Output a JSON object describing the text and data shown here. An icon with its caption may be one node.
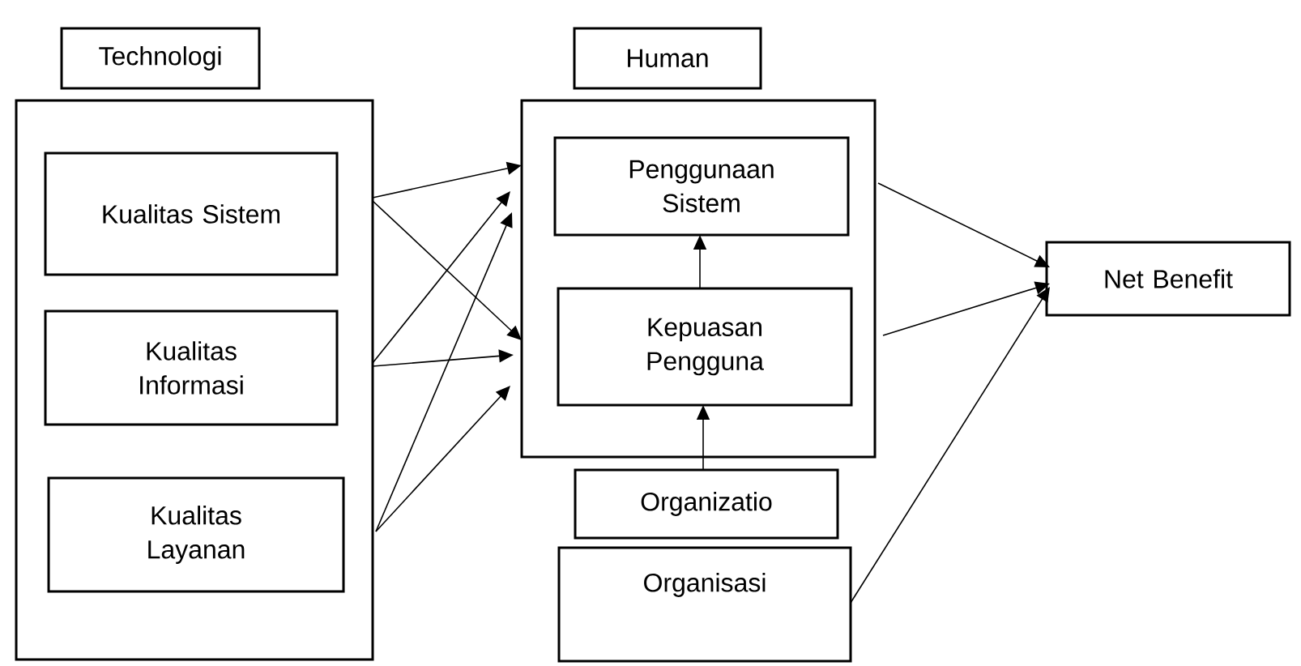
{
  "diagram": {
    "nodes": [
      {
        "text": [
          "Technologi"
        ]
      },
      {
        "text": [],
        "shape": "box"
      },
      {
        "text": [
          "Kualitas Sistem"
        ],
        "in": 1
      },
      {
        "text": [
          "Kualitas Informasi"
        ],
        "in": 1
      },
      {
        "text": [
          "Kualitas Layanan"
        ],
        "in": 1
      },
      {
        "text": [
          "Human"
        ]
      },
      {
        "text": [],
        "shape": "box"
      },
      {
        "text": [
          "Penggunaan Sistem"
        ],
        "in": 6
      },
      {
        "text": [
          "Kepuasan Pengguna"
        ],
        "in": 6
      },
      {
        "text": [
          "Organizatio"
        ]
      },
      {
        "text": [
          "Organisasi"
        ]
      },
      {
        "text": [
          "Net Benefit"
        ]
      }
    ],
    "edges": [
      {
        "from": 2,
        "to": 7,
        "arrow": "to"
      },
      {
        "from": 2,
        "to": 8,
        "arrow": "to"
      },
      {
        "from": 3,
        "to": 7,
        "arrow": "to"
      },
      {
        "from": 3,
        "to": 8,
        "arrow": "to"
      },
      {
        "from": 4,
        "to": 7,
        "arrow": "to"
      },
      {
        "from": 4,
        "to": 8,
        "arrow": "to"
      },
      {
        "from": 8,
        "to": 7,
        "arrow": "to"
      },
      {
        "from": 9,
        "to": 8,
        "arrow": "to"
      },
      {
        "from": 7,
        "to": 11,
        "arrow": "to"
      },
      {
        "from": 8,
        "to": 11,
        "arrow": "to"
      },
      {
        "from": 10,
        "to": 11,
        "arrow": "to"
      }
    ]
  }
}
